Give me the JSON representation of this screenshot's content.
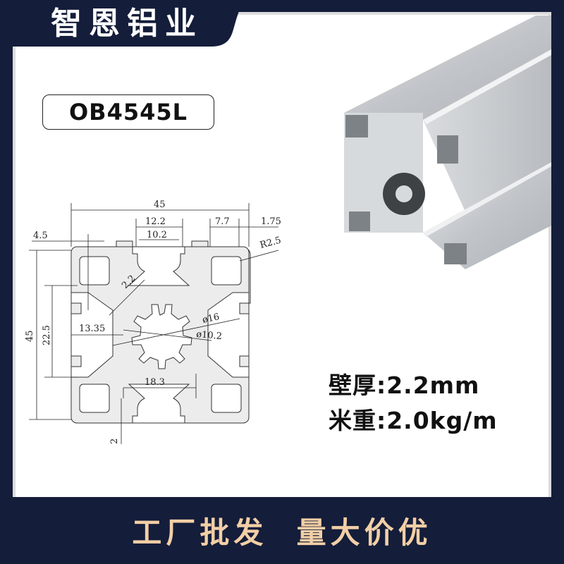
{
  "header": {
    "brand": "智恩铝业"
  },
  "product": {
    "model": "OB4545L"
  },
  "drawing": {
    "dimensions": {
      "overall_width": "45",
      "overall_height": "45",
      "slot_outer": "12.2",
      "slot_inner": "10.2",
      "cavity_width": "7.7",
      "edge_offset": "1.75",
      "corner_radius": "R2.5",
      "edge_margin": "4.5",
      "wall": "2.2",
      "half_height": "22.5",
      "core_offset": "13.35",
      "outer_diameter": "ø16",
      "inner_diameter": "ø10.2",
      "core_span": "18.3",
      "lip": "2"
    }
  },
  "specs": {
    "wall_thickness": "壁厚:2.2mm",
    "weight_per_meter": "米重:2.0kg/m"
  },
  "footer": {
    "slogan": "工厂批发  量大价优"
  },
  "colors": {
    "navy": "#141d3a",
    "accent_text": "#f3cfa6",
    "panel": "#ffffff",
    "profile_fill": "#ececec"
  }
}
